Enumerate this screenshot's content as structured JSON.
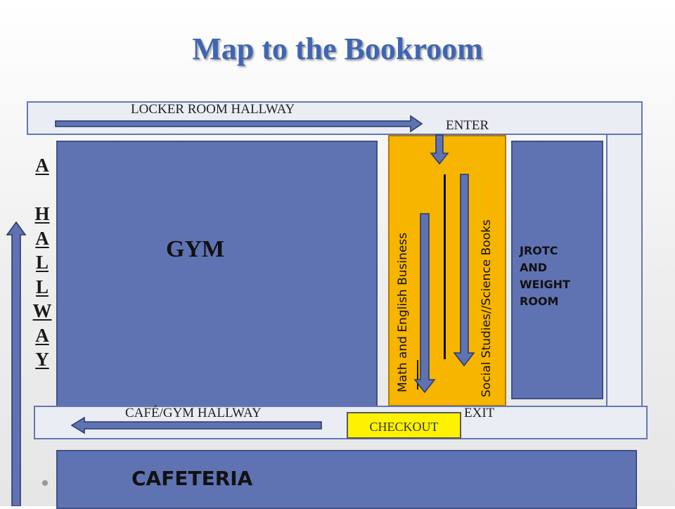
{
  "title": "Map to the Bookroom",
  "vertical_label": [
    "A",
    "",
    "H",
    "A",
    "L",
    "L",
    "W",
    "A",
    "Y"
  ],
  "labels": {
    "locker_room_hallway": "LOCKER ROOM HALLWAY",
    "enter": "ENTER",
    "gym": "GYM",
    "math_english_business": "Math and English Business",
    "social_studies_science": "Social Studies//Science Books",
    "jrotc": [
      "JROTC",
      "AND",
      "WEIGHT",
      "ROOM"
    ],
    "cafe_gym_hallway": "CAFÉ/GYM HALLWAY",
    "exit": "EXIT",
    "checkout": "CHECKOUT",
    "cafeteria": "CAFETERIA"
  },
  "colors": {
    "title": "#3f66b3",
    "room_fill": "#5f73b3",
    "bookroom_fill": "#f7b500",
    "checkout_fill": "#fff200",
    "hallway_fill": "#eaedf3",
    "arrow_fill": "#5f73b3"
  }
}
